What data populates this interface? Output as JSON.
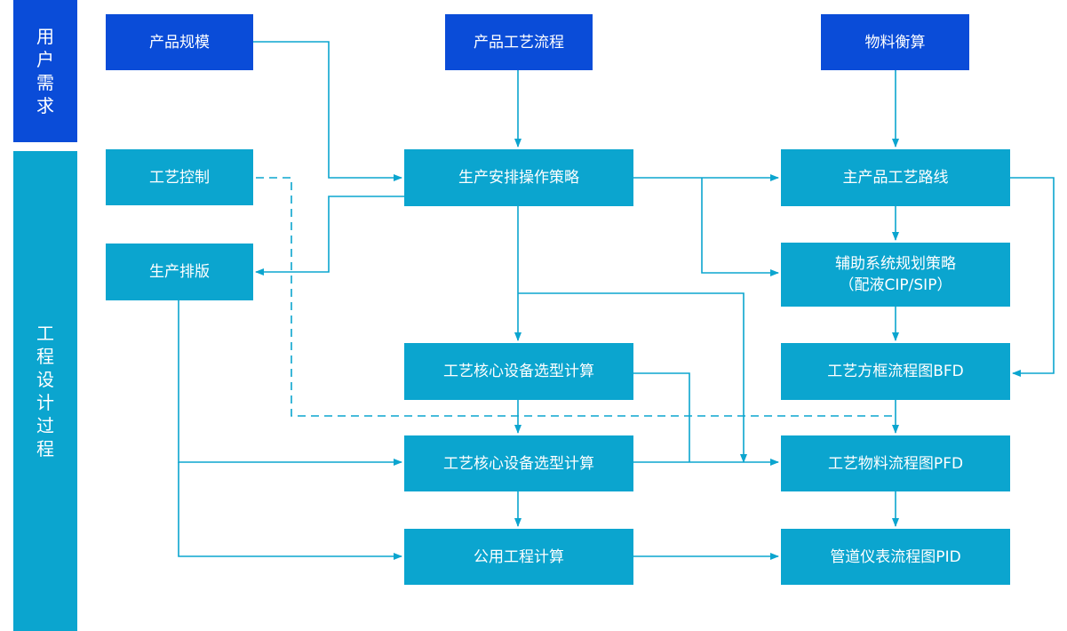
{
  "colors": {
    "user_band": "#0a4cd8",
    "process_band": "#0ba5cf",
    "line": "#0ba5cf"
  },
  "sidebar": {
    "user_requirements": [
      "用",
      "户",
      "需",
      "求"
    ],
    "engineering_process": [
      "工",
      "程",
      "设",
      "计",
      "过",
      "程"
    ]
  },
  "nodes": {
    "product_scale": "产品规模",
    "product_process_flow": "产品工艺流程",
    "material_balance": "物料衡算",
    "process_control": "工艺控制",
    "production_strategy": "生产安排操作策略",
    "main_product_route": "主产品工艺路线",
    "production_scheduling": "生产排版",
    "auxiliary_system_line1": "辅助系统规划策略",
    "auxiliary_system_line2": "（配液CIP/SIP）",
    "core_equipment_calc_1": "工艺核心设备选型计算",
    "bfd": "工艺方框流程图BFD",
    "core_equipment_calc_2": "工艺核心设备选型计算",
    "pfd": "工艺物料流程图PFD",
    "utility_calc": "公用工程计算",
    "pid": "管道仪表流程图PID"
  }
}
